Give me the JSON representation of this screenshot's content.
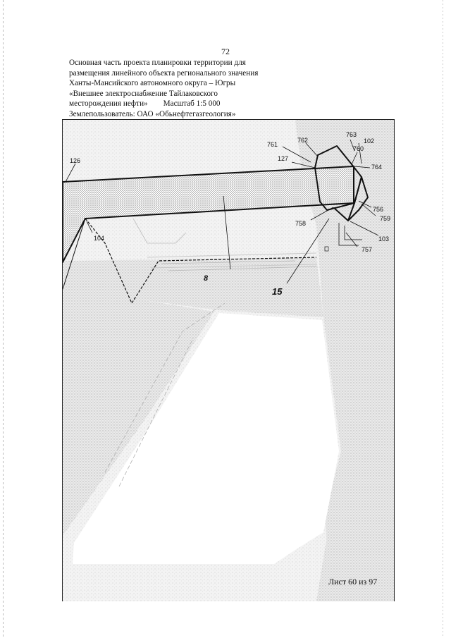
{
  "page": {
    "number": "72",
    "title_lines": [
      "Основная часть проекта планировки территории для",
      "размещения линейного объекта регионального значения",
      "Ханты-Мансийского автономного округа – Югры",
      "«Внешнее электроснабжение Тайлаковского"
    ],
    "title_last_line": "месторождения нефти»",
    "scale": "Масштаб 1:5 000",
    "land_user": "Землепользователь: ОАО «Обьнефтегазгеология»",
    "sheet": "Лист 60 из 97"
  },
  "map": {
    "point_labels": {
      "p126": "126",
      "p104": "104",
      "p761": "761",
      "p762": "762",
      "p763": "763",
      "p102": "102",
      "p760": "760",
      "p127": "127",
      "p764": "764",
      "p756": "756",
      "p759": "759",
      "p758": "758",
      "p103": "103",
      "p757": "757"
    },
    "area_labels": {
      "area8": "8",
      "area15": "15"
    },
    "colors": {
      "boundary": "#111111",
      "stipple_fill": "#9a9a9a",
      "background_texture": "#c8c8c8"
    }
  }
}
